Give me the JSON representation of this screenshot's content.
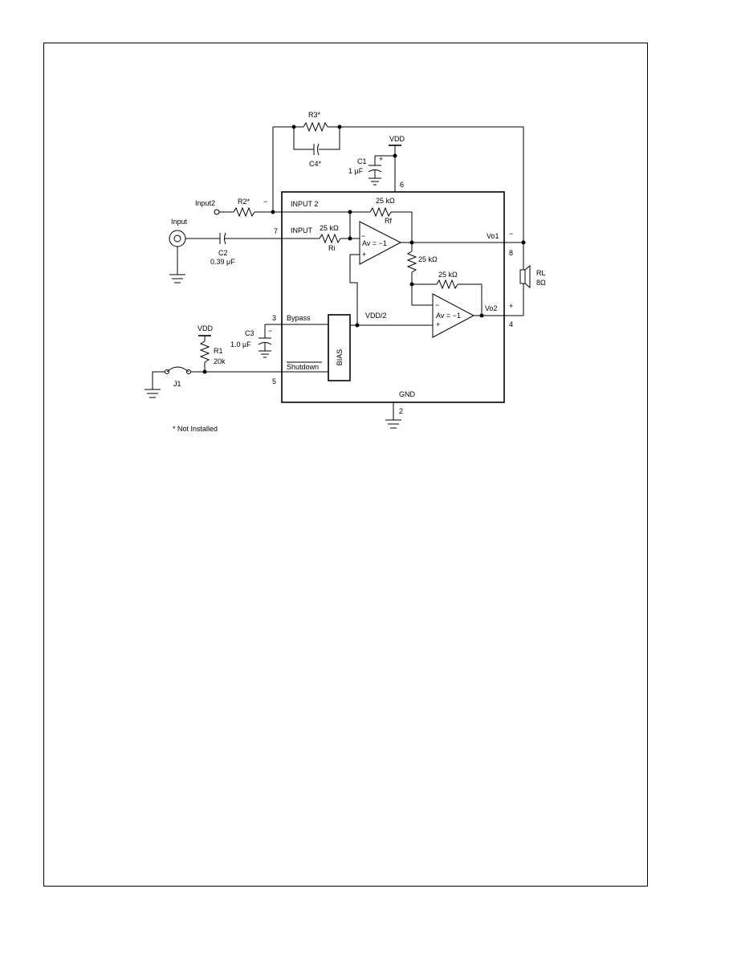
{
  "components": {
    "r3": "R3*",
    "c4": "C4*",
    "c1_name": "C1",
    "c1_value": "1 μF",
    "c2_name": "C2",
    "c2_value": "0.39 μF",
    "c3_name": "C3",
    "c3_value": "1.0 μF",
    "r2": "R2*",
    "r1_name": "R1",
    "r1_value": "20k",
    "rl_name": "RL",
    "rl_value": "8Ω",
    "jumper": "J1"
  },
  "supply": {
    "vdd_top": "VDD",
    "vdd_left": "VDD",
    "half_vdd": "VDD/2",
    "gnd": "GND"
  },
  "inputs": {
    "input2": "Input2",
    "input1": "Input"
  },
  "chip": {
    "inp2": "INPUT 2",
    "inp1": "INPUT",
    "bypass": "Bypass",
    "shutdown": "Shutdown",
    "bias": "BIAS",
    "vo1": "Vo1",
    "vo2": "Vo2",
    "minus_sign": "−",
    "plus_sign": "+",
    "pin6": "6",
    "pin7": "7",
    "pin3": "3",
    "pin5": "5",
    "pin2": "2",
    "pin8": "8",
    "pin4": "4"
  },
  "amplifiers": {
    "amp1_gain": "Av = −1",
    "amp2_gain": "Av = −1",
    "minus": "−",
    "plus": "+"
  },
  "resistors": {
    "rf_value": "25 kΩ",
    "rf_name": "Rf",
    "ri_value": "25 kΩ",
    "ri_name": "Ri",
    "r_mid": "25 kΩ",
    "r_fb2": "25 kΩ"
  },
  "note": "* Not Installed"
}
